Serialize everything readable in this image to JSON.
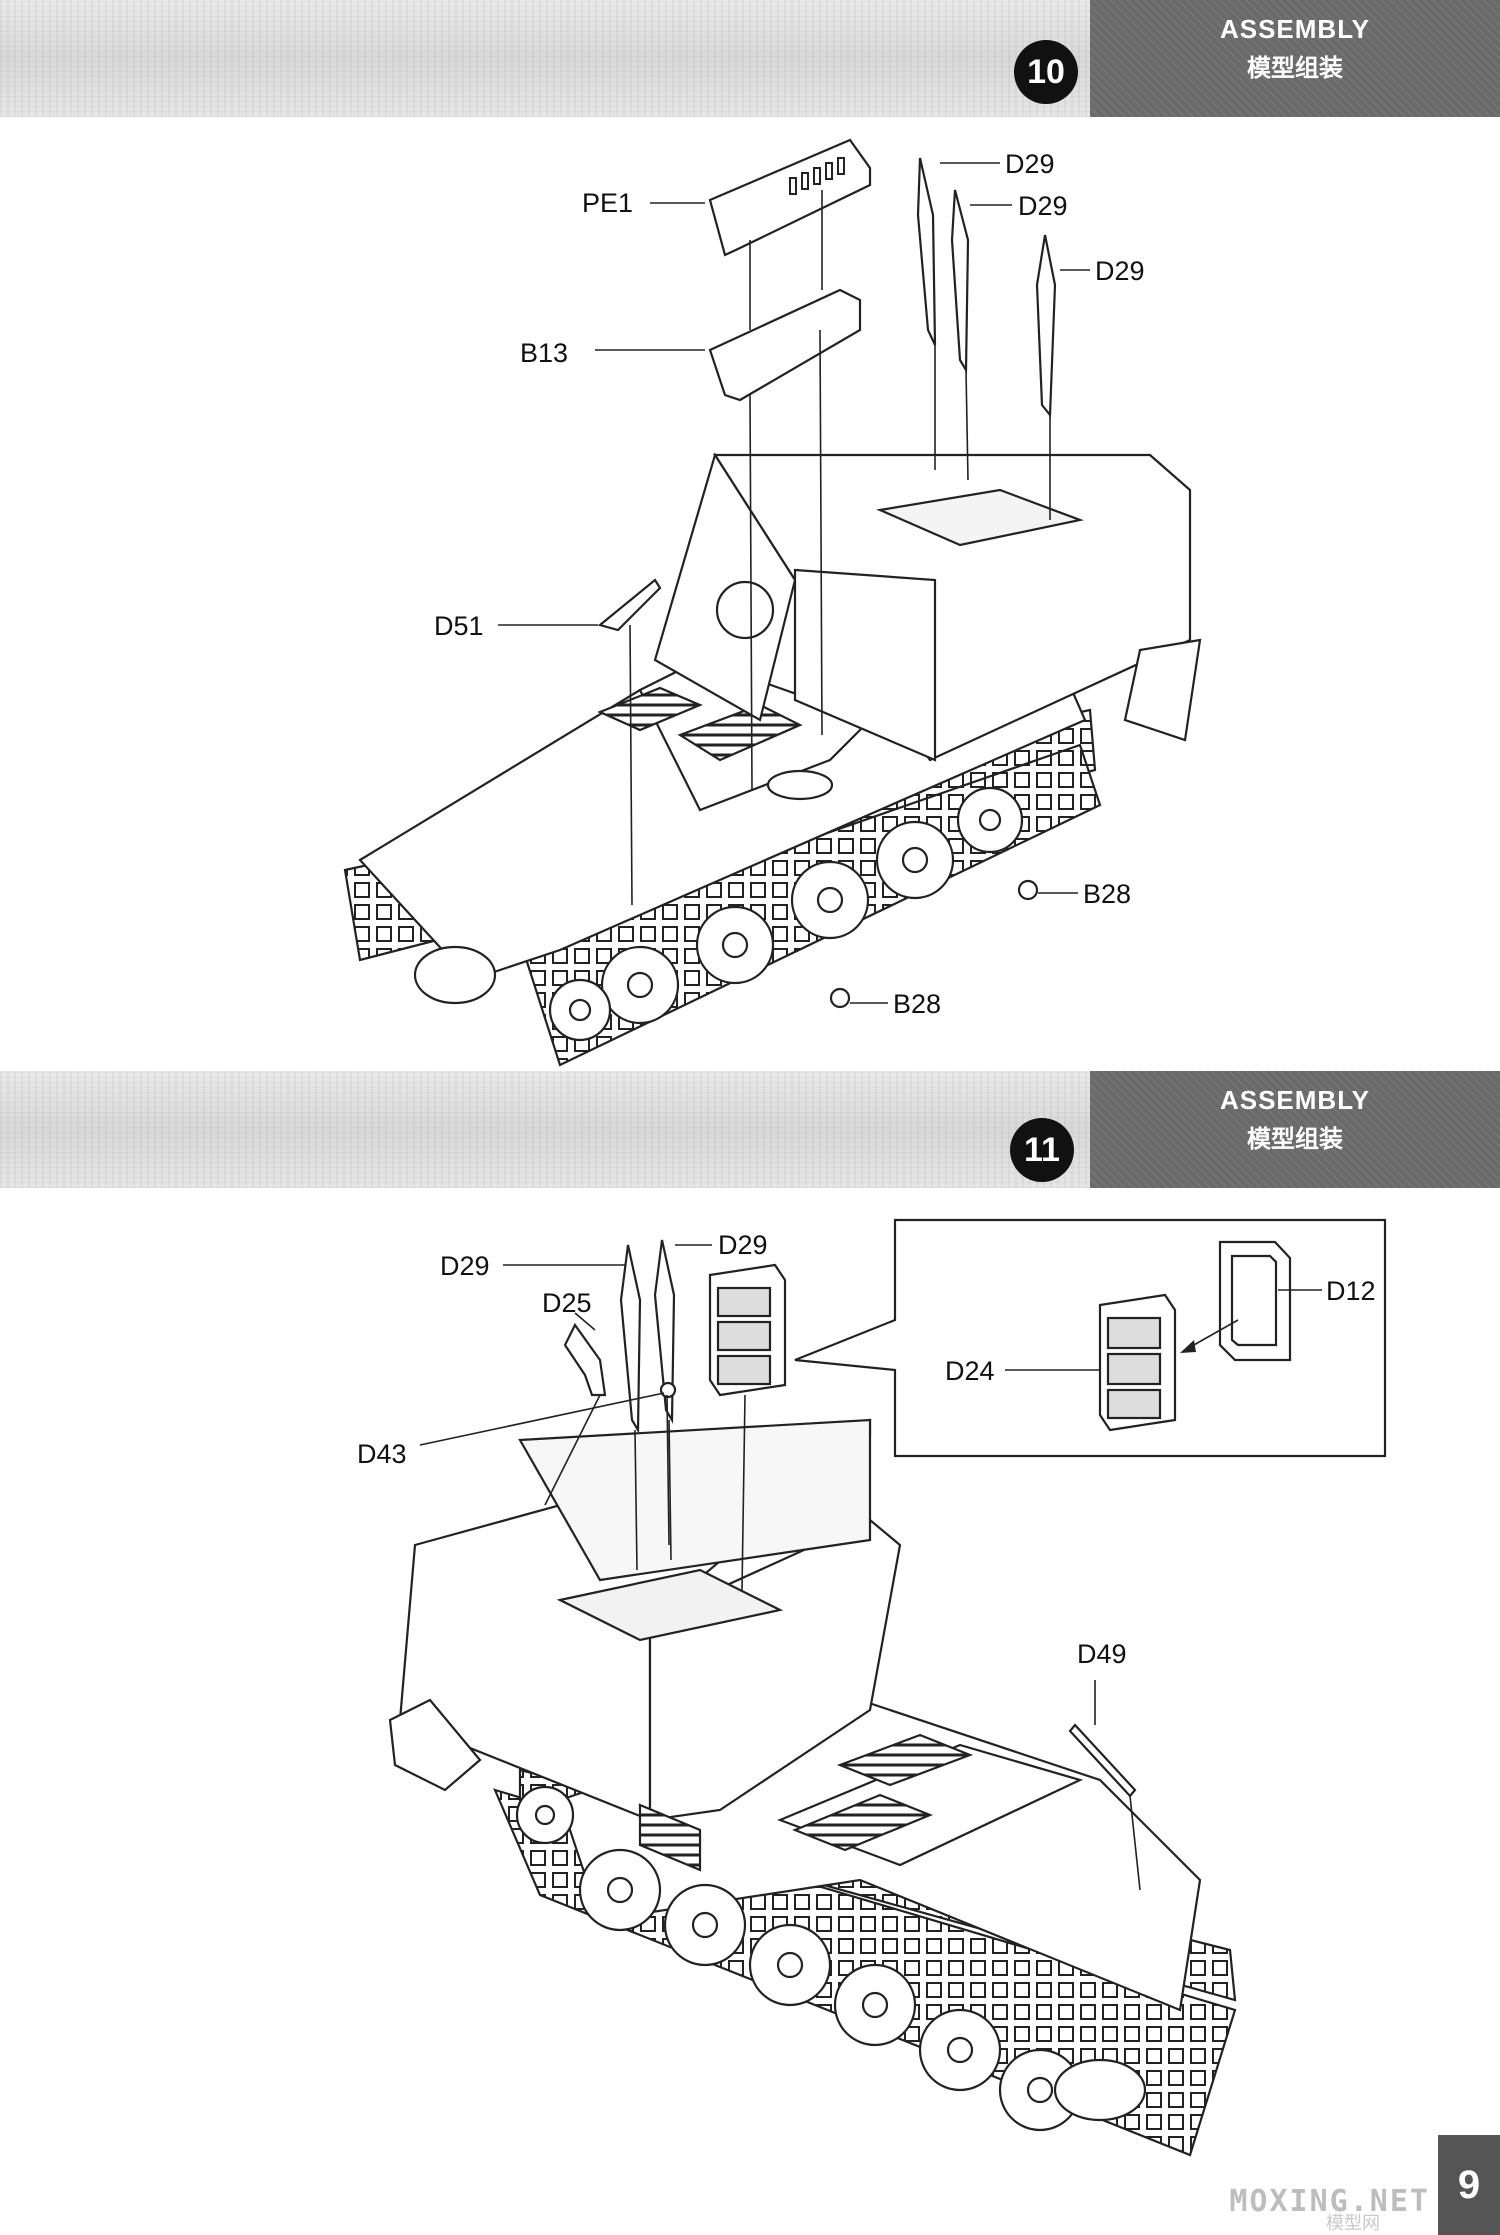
{
  "steps": [
    {
      "number": "10",
      "header_en": "ASSEMBLY",
      "header_zh": "模型组装",
      "part_labels": [
        "PE1",
        "B13",
        "D29",
        "D29",
        "D29",
        "D51",
        "B28",
        "B28"
      ]
    },
    {
      "number": "11",
      "header_en": "ASSEMBLY",
      "header_zh": "模型组装",
      "part_labels": [
        "D29",
        "D29",
        "D25",
        "D43",
        "D49"
      ],
      "detail_callout": {
        "part_labels": [
          "D12",
          "D24"
        ]
      }
    }
  ],
  "page_number": "9",
  "watermark": "MOXING.NET",
  "watermark_sub": "模型网"
}
